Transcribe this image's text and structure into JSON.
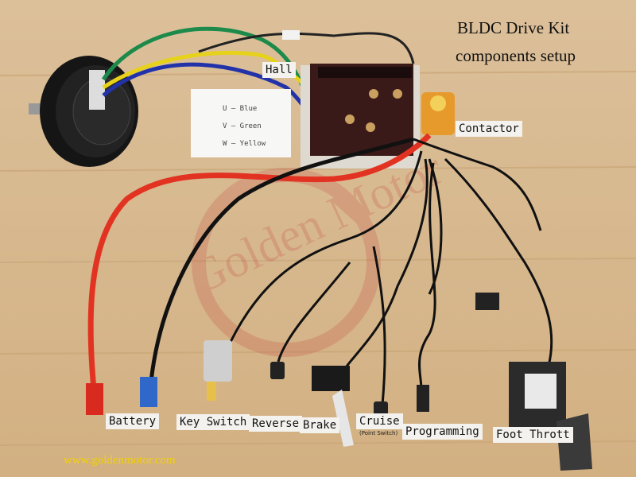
{
  "title": {
    "line1": "BLDC Drive Kit",
    "line2": "components setup"
  },
  "labels": {
    "hall": "Hall",
    "contactor": "Contactor",
    "battery": "Battery",
    "key_switch": "Key Switch",
    "reverse": "Reverse",
    "brake": "Brake",
    "cruise": "Cruise",
    "cruise_sub": "(Point Switch)",
    "programming": "Programming",
    "foot_throttle": "Foot Thrott"
  },
  "phase_note": {
    "u": "U — Blue",
    "v": "V — Green",
    "w": "W — Yellow"
  },
  "watermark": "Golden Motor",
  "website": "www.goldenmotor.com",
  "colors": {
    "wood": "#d9b98e",
    "blue": "#2233aa",
    "green": "#1c8a4a",
    "yellow": "#e6d21a",
    "red": "#e23322",
    "black": "#111111"
  }
}
